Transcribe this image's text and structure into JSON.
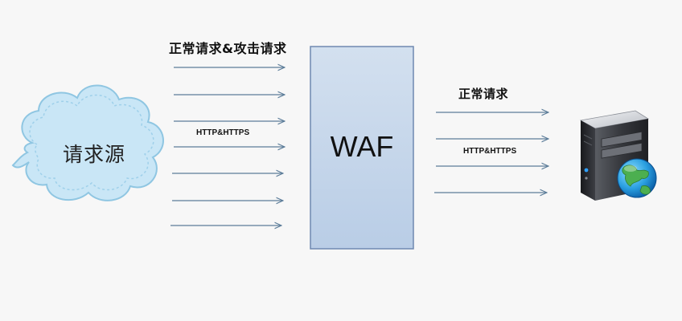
{
  "source": {
    "label": "请求源"
  },
  "waf": {
    "label": "WAF"
  },
  "incoming": {
    "label": "正常请求&攻击请求",
    "protocol": "HTTP&HTTPS",
    "arrow_count": 7
  },
  "outgoing": {
    "label": "正常请求",
    "protocol": "HTTP&HTTPS",
    "arrow_count": 4
  },
  "server": {
    "icon": "server-globe-icon"
  },
  "colors": {
    "arrow": "#5b7c99",
    "waf_fill_top": "#cddbec",
    "waf_fill_bottom": "#bcd0e8",
    "waf_border": "#6f89b0",
    "cloud_fill": "#c9e6f6",
    "cloud_border": "#8fc6e2"
  }
}
